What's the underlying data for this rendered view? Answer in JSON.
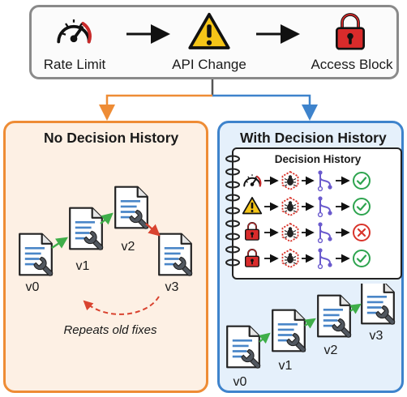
{
  "top": {
    "steps": [
      {
        "label": "Rate Limit",
        "icon": "speedometer-icon"
      },
      {
        "label": "API Change",
        "icon": "warning-icon"
      },
      {
        "label": "Access Block",
        "icon": "padlock-icon"
      }
    ]
  },
  "left_panel": {
    "title": "No Decision History",
    "versions": [
      "v0",
      "v1",
      "v2",
      "v3"
    ],
    "caption": "Repeats old fixes"
  },
  "right_panel": {
    "title": "With Decision History",
    "notebook_title": "Decision History",
    "rows": [
      {
        "trigger": "speedometer-icon",
        "outcome": "success"
      },
      {
        "trigger": "warning-icon",
        "outcome": "success"
      },
      {
        "trigger": "padlock-icon",
        "outcome": "failure"
      },
      {
        "trigger": "padlock-icon",
        "outcome": "success"
      }
    ],
    "versions": [
      "v0",
      "v1",
      "v2",
      "v3"
    ]
  },
  "colors": {
    "orange": "#ee8c35",
    "blue": "#3e83cc",
    "green_arrow": "#3fae49",
    "red_arrow": "#d9432f",
    "success": "#2ea44f",
    "failure": "#d9342b",
    "warning": "#f5c518",
    "lock": "#d92b2b"
  }
}
